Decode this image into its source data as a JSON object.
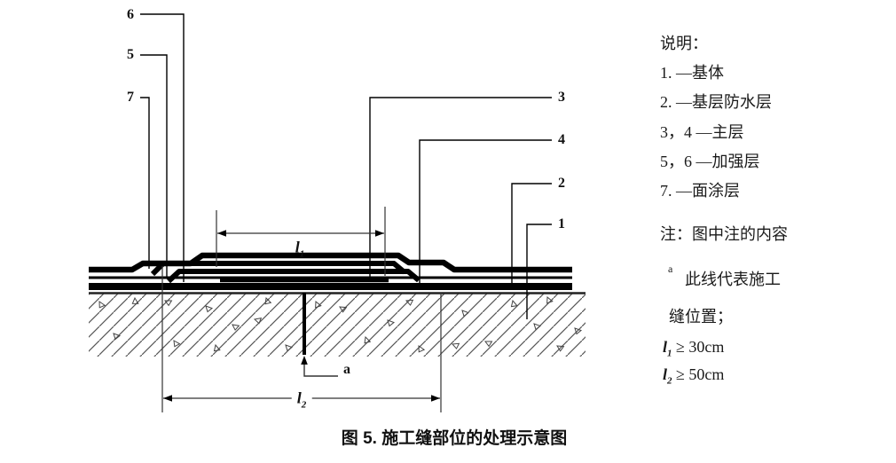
{
  "diagram": {
    "callouts": {
      "c6": "6",
      "c5": "5",
      "c7": "7",
      "c3": "3",
      "c4": "4",
      "c2": "2",
      "c1": "1"
    },
    "joint_marker": "a",
    "dims": {
      "l1": {
        "sym": "l",
        "sub": "1"
      },
      "l2": {
        "sym": "l",
        "sub": "2"
      }
    }
  },
  "legend": {
    "title": "说明：",
    "items": [
      "1. —基体",
      "2. —基层防水层",
      "3，4 —主层",
      "5，6 —加强层",
      "7. —面涂层"
    ]
  },
  "note": {
    "heading": "注：图中注的内容",
    "marker": "a",
    "body_line1": "此线代表施工",
    "body_line2": "缝位置；",
    "l1": {
      "sym": "l",
      "sub": "1",
      "rest": "≥ 30cm"
    },
    "l2": {
      "sym": "l",
      "sub": "2",
      "rest": "≥ 50cm"
    }
  },
  "caption": "图 5.  施工缝部位的处理示意图"
}
